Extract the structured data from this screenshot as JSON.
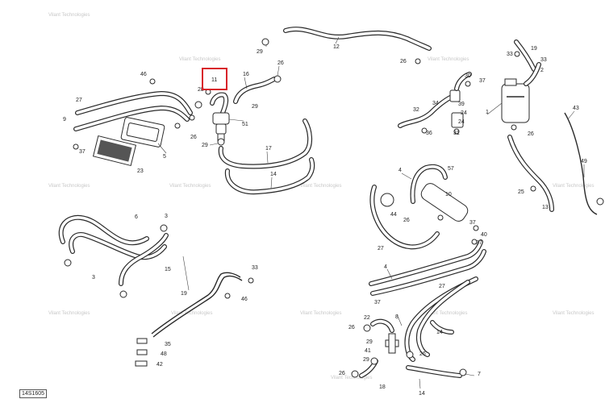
{
  "diagram": {
    "code": "14S1605",
    "watermark": "Vilant Technologies",
    "highlight_label": "11",
    "callouts": [
      "12",
      "29",
      "26",
      "16",
      "11",
      "28",
      "29",
      "51",
      "29",
      "17",
      "14",
      "46",
      "27",
      "9",
      "37",
      "5",
      "23",
      "26",
      "6",
      "3",
      "15",
      "3",
      "33",
      "19",
      "46",
      "35",
      "48",
      "42",
      "26",
      "30",
      "37",
      "32",
      "34",
      "39",
      "24",
      "24",
      "31",
      "36",
      "33",
      "19",
      "33",
      "2",
      "1",
      "43",
      "49",
      "13",
      "25",
      "26",
      "57",
      "4",
      "10",
      "44",
      "26",
      "37",
      "40",
      "37",
      "27",
      "4",
      "37",
      "27",
      "22",
      "8",
      "26",
      "29",
      "41",
      "14",
      "29",
      "26",
      "18",
      "7",
      "14",
      "26"
    ]
  }
}
